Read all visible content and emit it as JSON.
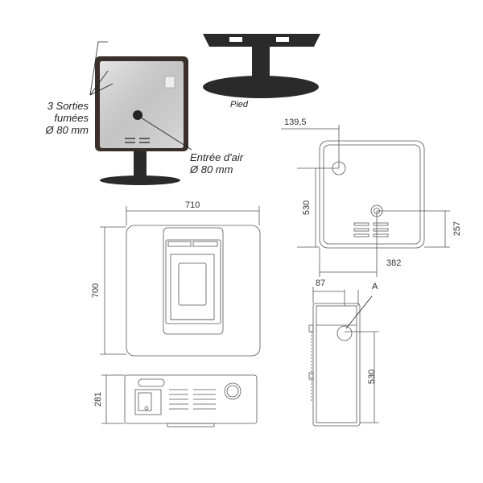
{
  "labels": {
    "smoke_outlets_line1": "3 Sorties",
    "smoke_outlets_line2": "fumées",
    "smoke_outlets_line3": "Ø 80 mm",
    "air_inlet_line1": "Entrée d'air",
    "air_inlet_line2": "Ø 80 mm",
    "stand": "Pied",
    "marker_a": "A"
  },
  "dimensions": {
    "front_width": "710",
    "front_height": "700",
    "top_depth": "281",
    "rear_top_offset": "139,5",
    "rear_top_height": "530",
    "rear_inlet_height": "257",
    "rear_inlet_offset": "382",
    "side_top_offset": "87",
    "side_height": "530"
  },
  "colors": {
    "line": "#555555",
    "dark": "#2a2a2a",
    "steel": "#d4d4d4"
  }
}
